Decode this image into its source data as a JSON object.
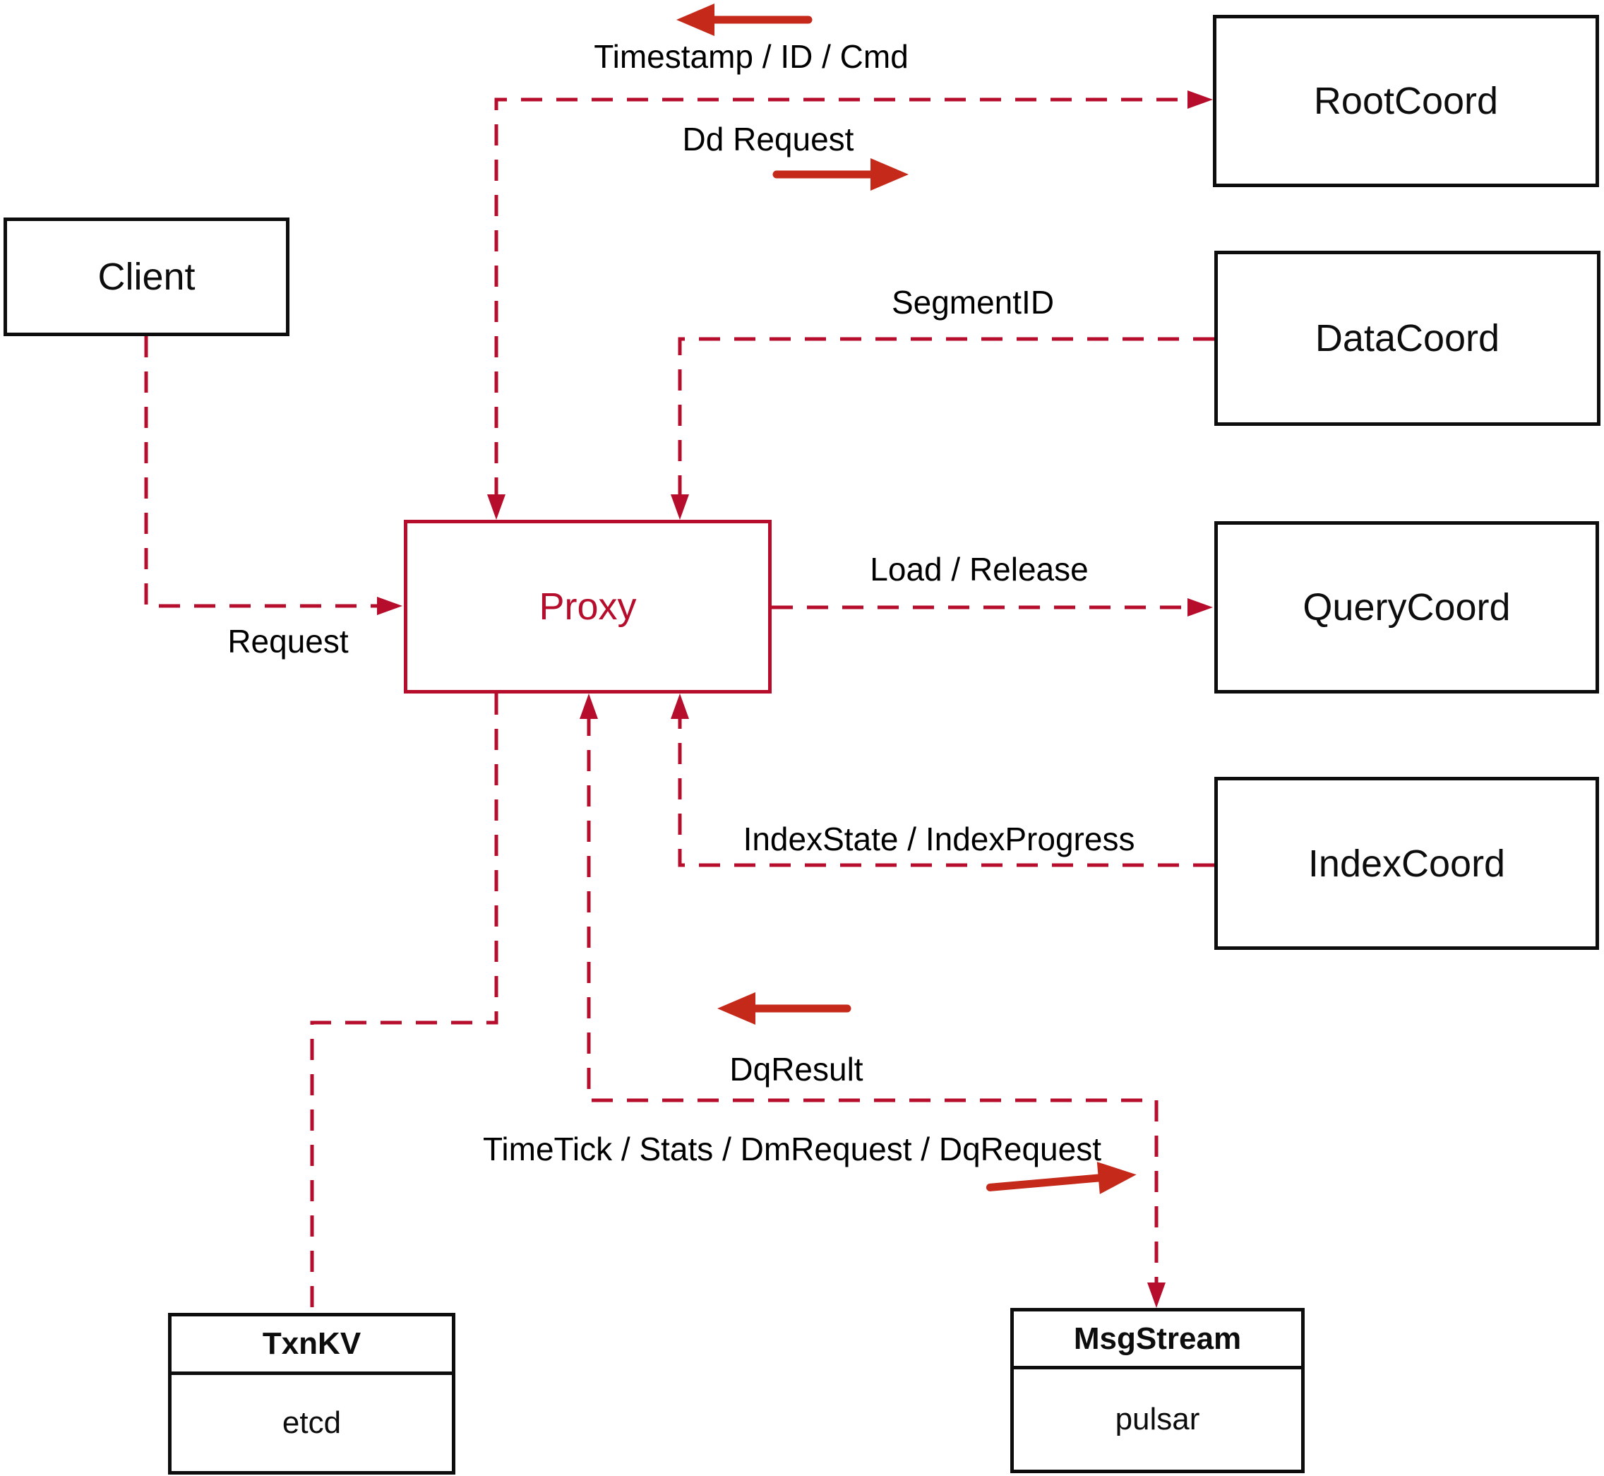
{
  "colors": {
    "bg": "#ffffff",
    "line-crimson": "#b50d2b",
    "arrow-red": "#c5291a",
    "box-border": "#0d0d0d",
    "text": "#000000"
  },
  "nodes": {
    "client": {
      "label": "Client"
    },
    "proxy": {
      "label": "Proxy"
    },
    "rootcoord": {
      "label": "RootCoord"
    },
    "datacoord": {
      "label": "DataCoord"
    },
    "querycoord": {
      "label": "QueryCoord"
    },
    "indexcoord": {
      "label": "IndexCoord"
    },
    "txnkv": {
      "title": "TxnKV",
      "subtitle": "etcd"
    },
    "msgstream": {
      "title": "MsgStream",
      "subtitle": "pulsar"
    }
  },
  "edge_labels": {
    "timestamp_id_cmd": "Timestamp / ID / Cmd",
    "dd_request": "Dd Request",
    "segment_id": "SegmentID",
    "load_release": "Load / Release",
    "request": "Request",
    "index_state": "IndexState / IndexProgress",
    "dq_result": "DqResult",
    "time_tick": "TimeTick / Stats / DmRequest / DqRequest"
  }
}
